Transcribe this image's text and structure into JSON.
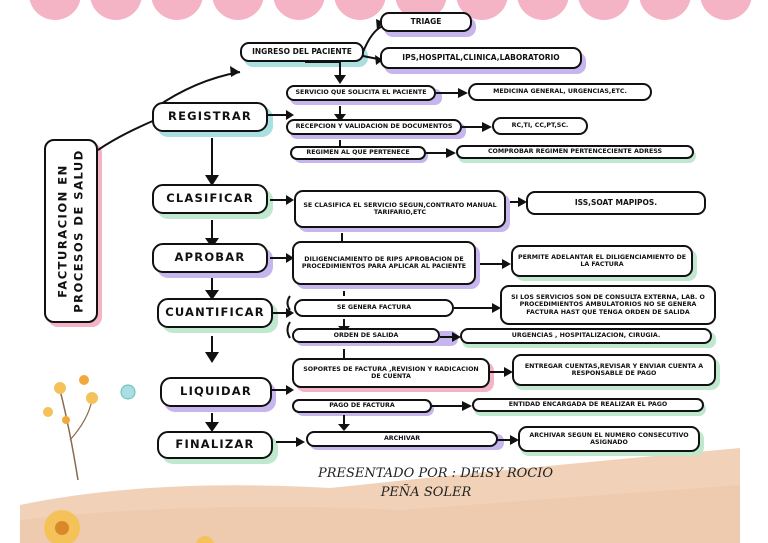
{
  "colors": {
    "pink": "#f5b3c6",
    "lavender": "#c7b5ee",
    "mint": "#bfe8cf",
    "teal": "#a9dfe0",
    "peach": "#f1d2b8",
    "accent": "#ffd7a3"
  },
  "title_vertical": [
    "FACTURACION EN",
    "PROCESOS DE SALUD"
  ],
  "steps": {
    "registrar": "REGISTRAR",
    "clasificar": "CLASIFICAR",
    "aprobar": "APROBAR",
    "cuantificar": "CUANTIFICAR",
    "liquidar": "LIQUIDAR",
    "finalizar": "FINALIZAR"
  },
  "top": {
    "ingreso": "INGRESO DEL PACIENTE",
    "triage": "TRIAGE",
    "ips": "IPS,HOSPITAL,CLINICA,LABORATORIO"
  },
  "registrar": {
    "servicio": "SERVICIO QUE SOLICITA EL PACIENTE",
    "servicio_res": "MEDICINA GENERAL, URGENCIAS,ETC.",
    "recepcion": "RECEPCION Y VALIDACION DE DOCUMENTOS",
    "recepcion_res": "RC,TI, CC,PT,SC.",
    "regimen": "REGIMEN AL QUE PERTENECE",
    "regimen_res": "COMPROBAR REGIMEN PERTENCECIENTE ADRESS"
  },
  "clasificar": {
    "text": "SE CLASIFICA EL SERVICIO SEGUN,CONTRATO MANUAL TARIFARIO,ETC",
    "res": "ISS,SOAT MAPIPOS."
  },
  "aprobar": {
    "text": "DILIGENCIAMIENTO DE RIPS APROBACION DE PROCEDIMIENTOS PARA APLICAR AL PACIENTE",
    "res": "PERMITE ADELANTAR EL DILIGENCIAMIENTO DE LA FACTURA"
  },
  "cuantificar": {
    "genera": "SE GENERA FACTURA",
    "genera_res": "SI LOS SERVICIOS SON DE CONSULTA EXTERNA, LAB. O PROCEDIMIENTOS AMBULATORIOS NO SE GENERA FACTURA HAST QUE TENGA ORDEN DE SALIDA",
    "orden": "ORDEN DE SALIDA",
    "orden_res": "URGENCIAS , HOSPITALIZACION, CIRUGIA."
  },
  "liquidar": {
    "soportes": "SOPORTES DE FACTURA ,REVISION Y RADICACION DE CUENTA",
    "soportes_res": "ENTREGAR CUENTAS,REVISAR Y ENVIAR CUENTA A RESPONSABLE DE PAGO",
    "pago": "PAGO DE FACTURA",
    "pago_res": "ENTIDAD ENCARGADA DE REALIZAR EL PAGO"
  },
  "finalizar": {
    "archivar": "ARCHIVAR",
    "archivar_res": "ARCHIVAR SEGUN EL NUMERO CONSECUTIVO ASIGNADO"
  },
  "footer": {
    "line1": "PRESENTADO POR : DEISY ROCIO",
    "line2": "PEÑA SOLER"
  }
}
